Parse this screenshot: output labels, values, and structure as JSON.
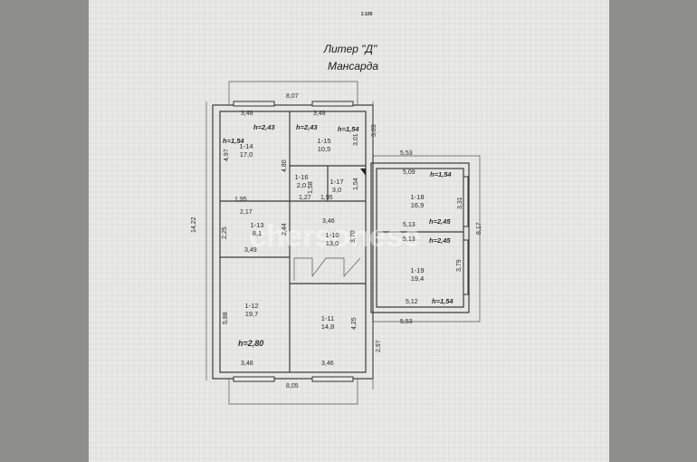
{
  "header": {
    "scale": "1:100",
    "liter": "Литер \"Д\"",
    "floor": "Мансарда"
  },
  "watermark": "chersonese",
  "rooms": [
    {
      "id": "1-10",
      "area": "13,0"
    },
    {
      "id": "1-11",
      "area": "14,8"
    },
    {
      "id": "1-12",
      "area": "19,7"
    },
    {
      "id": "1-13",
      "area": "8,1"
    },
    {
      "id": "1-14",
      "area": "17,0"
    },
    {
      "id": "1-15",
      "area": "10,5"
    },
    {
      "id": "1-16",
      "area": "2,0"
    },
    {
      "id": "1-17",
      "area": "3,0"
    },
    {
      "id": "1-18",
      "area": "16,9"
    },
    {
      "id": "1-19",
      "area": "19,4"
    }
  ],
  "heights": {
    "h154": "h=1,54",
    "h243": "h=2,43",
    "h245": "h=2,45",
    "h280": "h=2,80"
  },
  "dims": {
    "top_total": "8,07",
    "bottom_total": "8,05",
    "left_total": "14,22",
    "right_wing": "8,17",
    "r14_w": "3,48",
    "r14_h": "4,97",
    "r15_w": "3,48",
    "r15_h": "3,01",
    "mid_h": "4,80",
    "r16_h": "1,58",
    "r16_w": "1,27",
    "r17_h": "1,54",
    "r17_w": "1,95",
    "r13_top1": "1,95",
    "r13_top2": "2,17",
    "r13_h": "2,25",
    "r13_h2": "2,44",
    "r13_w": "3,49",
    "r10_w": "3,46",
    "r10_h": "3,70",
    "r12_h": "5,88",
    "r12_w": "3,48",
    "r11_h": "4,25",
    "r11_w": "3,46",
    "wing_top": "5,53",
    "wing_bottom": "5,53",
    "side_top": "3,03",
    "side_bottom": "2,97",
    "r18_w": "5,09",
    "r18_h": "3,31",
    "r18_w2": "5,13",
    "r19_w": "5,13",
    "r19_h": "3,79",
    "r19_w2": "5,12"
  }
}
